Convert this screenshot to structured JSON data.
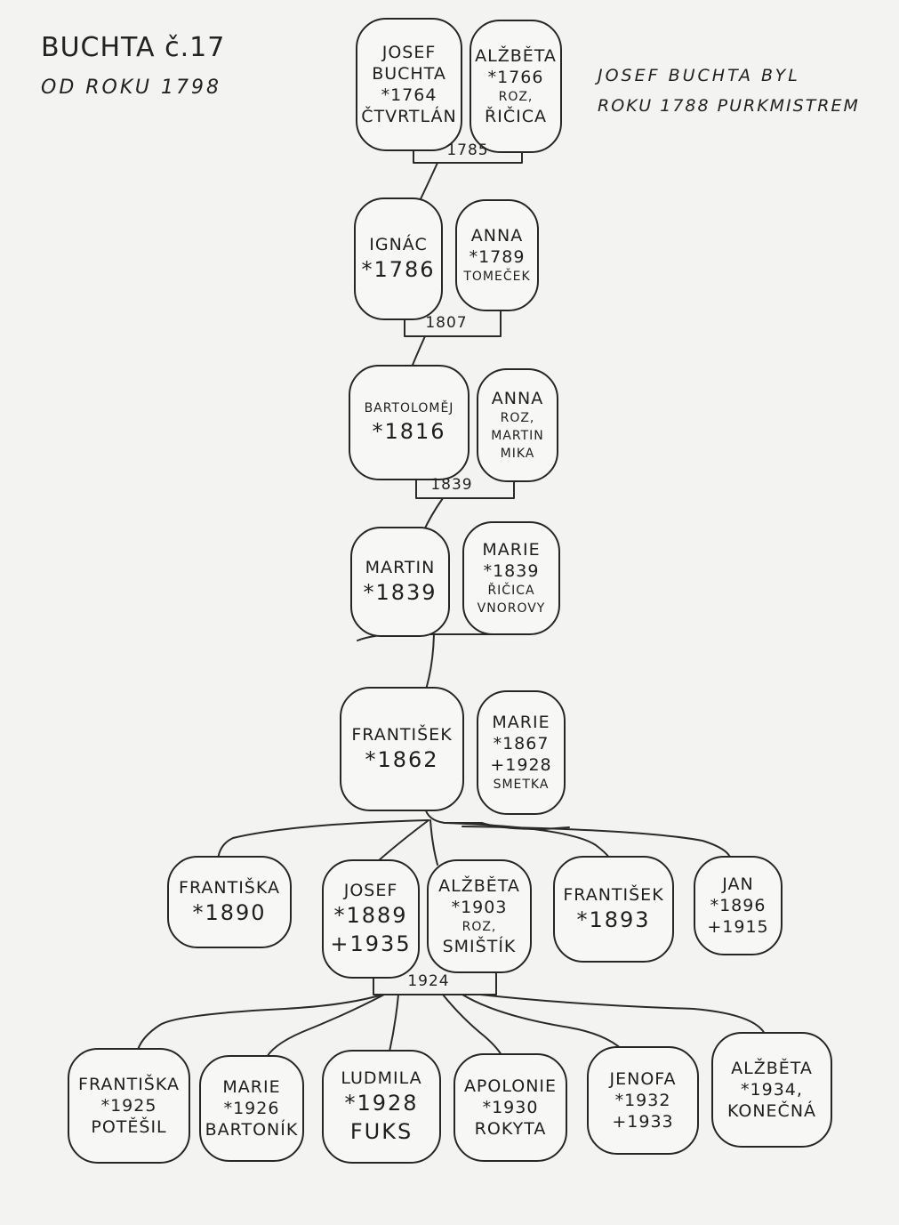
{
  "header": {
    "title": "BUCHTA č.17",
    "since": "OD ROKU 1798",
    "note_line1": "JOSEF BUCHTA BYL",
    "note_line2": "ROKU 1788 PURKMISTREM"
  },
  "nodes": {
    "josef1764": {
      "lines": [
        "JOSEF",
        "BUCHTA",
        "*1764",
        "ČTVRTLÁN"
      ]
    },
    "alzbeta1766": {
      "lines": [
        "ALŽBĚTA",
        "*1766",
        "ROZ,",
        "ŘIČICA"
      ]
    },
    "ignac": {
      "lines": [
        "IGNÁC",
        "*1786"
      ]
    },
    "anna1789": {
      "lines": [
        "ANNA",
        "*1789",
        "TOMEČEK"
      ]
    },
    "bartolomej": {
      "lines": [
        "BARTOLOMĚJ",
        "*1816"
      ]
    },
    "anna_mika": {
      "lines": [
        "ANNA",
        "ROZ,",
        "MARTIN",
        "MIKA"
      ]
    },
    "martin": {
      "lines": [
        "MARTIN",
        "*1839"
      ]
    },
    "marie1839": {
      "lines": [
        "MARIE",
        "*1839",
        "ŘIČICA",
        "VNOROVY"
      ]
    },
    "frantisek1862": {
      "lines": [
        "FRANTIŠEK",
        "*1862"
      ]
    },
    "marie1867": {
      "lines": [
        "MARIE",
        "*1867",
        "+1928",
        "SMETKA"
      ]
    },
    "frantiska1890": {
      "lines": [
        "FRANTIŠKA",
        "*1890"
      ]
    },
    "josef1889": {
      "lines": [
        "JOSEF",
        "*1889",
        "+1935"
      ]
    },
    "alzbeta1903": {
      "lines": [
        "ALŽBĚTA",
        "*1903",
        "ROZ,",
        "SMIŠTÍK"
      ]
    },
    "frantisek1893": {
      "lines": [
        "FRANTIŠEK",
        "*1893"
      ]
    },
    "jan1896": {
      "lines": [
        "JAN",
        "*1896",
        "+1915"
      ]
    },
    "frantiska1925": {
      "lines": [
        "FRANTIŠKA",
        "*1925",
        "POTĚŠIL"
      ]
    },
    "marie1926": {
      "lines": [
        "MARIE",
        "*1926",
        "BARTONÍK"
      ]
    },
    "ludmila1928": {
      "lines": [
        "LUDMILA",
        "*1928",
        "FUKS"
      ]
    },
    "apolonie1930": {
      "lines": [
        "APOLONIE",
        "*1930",
        "ROKYTA"
      ]
    },
    "jenofa1932": {
      "lines": [
        "JENOFA",
        "*1932",
        "+1933"
      ]
    },
    "alzbeta1934": {
      "lines": [
        "ALŽBĚTA",
        "*1934,",
        "KONEČNÁ"
      ]
    }
  },
  "marriages": {
    "m1785": "1785",
    "m1807": "1807",
    "m1839": "1839",
    "m1924": "1924"
  }
}
